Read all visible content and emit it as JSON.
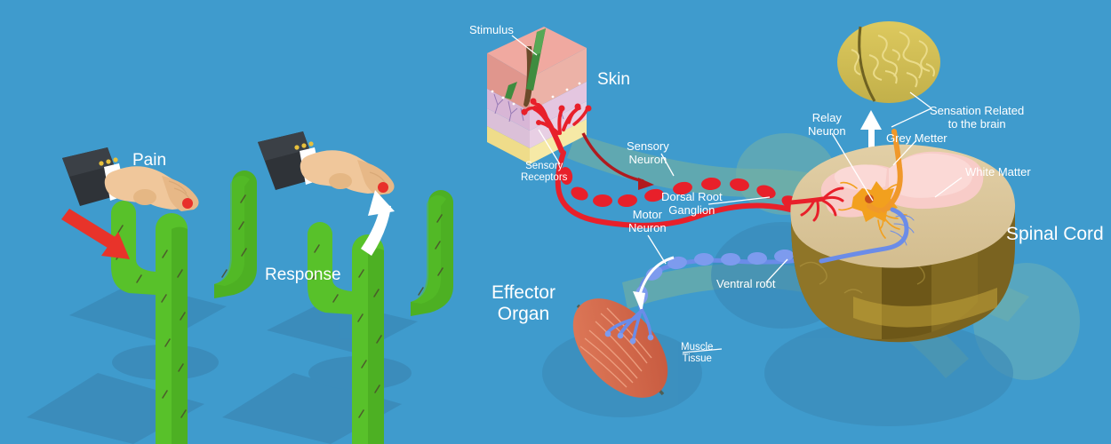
{
  "diagram": {
    "background_color": "#3f9bcd",
    "title_text_color": "#ffffff"
  },
  "left_panel": {
    "scenes": [
      {
        "name": "pain-scene",
        "label": "Pain",
        "arrow": "red-down-arrow",
        "arrow_color": "#e8332a"
      },
      {
        "name": "response-scene",
        "label": "Response",
        "arrow": "white-up-arrow",
        "arrow_color": "#ffffff"
      }
    ],
    "cactus_color": "#5dc62a",
    "skin_color": "#f0c79b",
    "sleeve_color": "#2f3338"
  },
  "labels": {
    "stimulus": "Stimulus",
    "skin": "Skin",
    "sensory_receptors": "Sensory\nReceptors",
    "sensory_neuron": "Sensory\nNeuron",
    "dorsal_root_ganglion": "Dorsal Root\nGanglion",
    "motor_neuron": "Motor\nNeuron",
    "ventral_root": "Ventral root",
    "effector_organ": "Effector\nOrgan",
    "muscle_tissue": "Muscle\nTissue",
    "relay_neuron": "Relay\nNeuron",
    "grey_matter": "Grey Metter",
    "white_matter": "White Matter",
    "sensation_brain": "Sensation Related\nto the brain",
    "spinal_cord": "Spinal Cord"
  },
  "colors": {
    "sensory_neuron": "#e8202a",
    "motor_neuron": "#6b8ce8",
    "relay_neuron": "#f2a01e",
    "grey_matter": "#f8ccc8",
    "white_matter": "#ddc9a2",
    "brain": "#d4c356",
    "muscle": "#d9694a",
    "nerve_sheath": "#8fba8a",
    "shadow": "#3a87b4"
  },
  "icons": {
    "thorn": "thorn-icon",
    "arrow_down": "arrow-down-icon",
    "arrow_up": "arrow-up-icon",
    "arrow_flow": "arrow-flow-icon"
  }
}
